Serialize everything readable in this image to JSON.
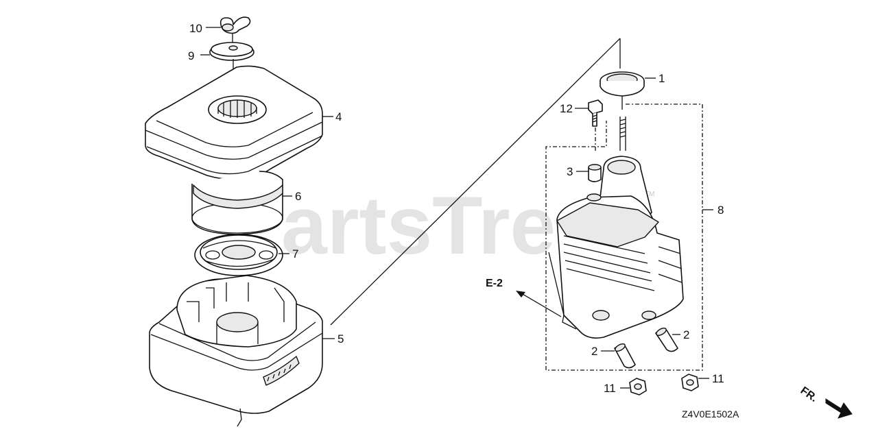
{
  "watermark": {
    "text": "PartsTree",
    "trademark": "TM"
  },
  "diagram_code": "Z4V0E1502A",
  "reference": {
    "label": "E-2"
  },
  "direction": {
    "label": "FR."
  },
  "callouts": [
    {
      "id": "c10",
      "label": "10"
    },
    {
      "id": "c9",
      "label": "9"
    },
    {
      "id": "c4",
      "label": "4"
    },
    {
      "id": "c6",
      "label": "6"
    },
    {
      "id": "c7",
      "label": "7"
    },
    {
      "id": "c5",
      "label": "5"
    },
    {
      "id": "c1",
      "label": "1"
    },
    {
      "id": "c12",
      "label": "12"
    },
    {
      "id": "c3",
      "label": "3"
    },
    {
      "id": "c8",
      "label": "8"
    },
    {
      "id": "c2a",
      "label": "2"
    },
    {
      "id": "c2b",
      "label": "2"
    },
    {
      "id": "c11a",
      "label": "11"
    },
    {
      "id": "c11b",
      "label": "11"
    }
  ]
}
